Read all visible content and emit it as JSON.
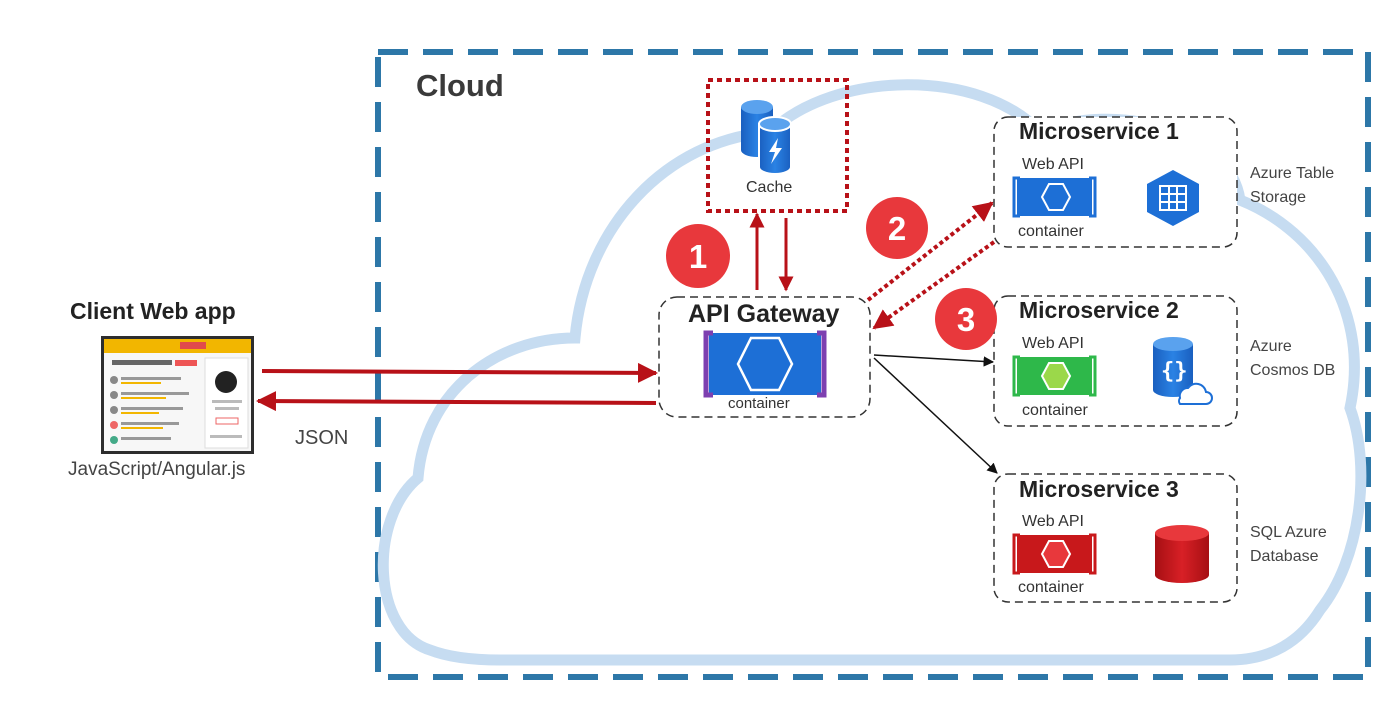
{
  "cloud": {
    "label": "Cloud"
  },
  "client": {
    "title": "Client Web app",
    "tech": "JavaScript/Angular.js",
    "protocol": "JSON"
  },
  "cache": {
    "label": "Cache"
  },
  "gateway": {
    "title": "API Gateway",
    "container_label": "container"
  },
  "badges": [
    "1",
    "2",
    "3"
  ],
  "microservices": [
    {
      "title": "Microservice 1",
      "web_api": "Web API",
      "container": "container",
      "storage": "Azure Table Storage",
      "hex_color": "#1d6fd6",
      "storage_icon": "table-storage-icon"
    },
    {
      "title": "Microservice 2",
      "web_api": "Web API",
      "container": "container",
      "storage": "Azure Cosmos DB",
      "hex_color": "#2eb84a",
      "storage_icon": "cosmos-db-icon"
    },
    {
      "title": "Microservice 3",
      "web_api": "Web API",
      "container": "container",
      "storage": "SQL Azure Database",
      "hex_color": "#c8181b",
      "storage_icon": "sql-database-icon"
    }
  ],
  "colors": {
    "arrow": "#b81118",
    "badge": "#e8383c",
    "cloud_outline": "#c6dcf1",
    "boundary": "#2d77a8",
    "gateway_blue": "#1d6fd6",
    "gateway_bracket": "#7d3fb0"
  }
}
